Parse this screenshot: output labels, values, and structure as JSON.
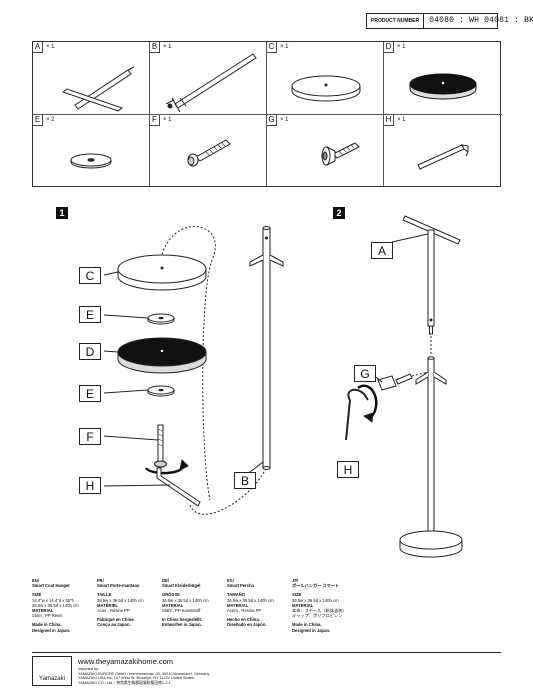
{
  "product": {
    "label": "PRODUCT NUMBER",
    "value": "04080 : WH  04081 : BK"
  },
  "parts": [
    {
      "letter": "A",
      "qty": "× 1",
      "icon": "pole-with-crossbar-icon"
    },
    {
      "letter": "B",
      "qty": "× 1",
      "icon": "pole-with-hooks-icon"
    },
    {
      "letter": "C",
      "qty": "× 1",
      "icon": "base-plate-icon"
    },
    {
      "letter": "D",
      "qty": "× 1",
      "icon": "weight-plate-icon"
    },
    {
      "letter": "E",
      "qty": "× 2",
      "icon": "washer-icon"
    },
    {
      "letter": "F",
      "qty": "× 1",
      "icon": "bolt-icon"
    },
    {
      "letter": "G",
      "qty": "× 1",
      "icon": "screw-icon"
    },
    {
      "letter": "H",
      "qty": "× 1",
      "icon": "hex-key-icon"
    }
  ],
  "steps": {
    "one": {
      "number": "1",
      "labels": {
        "c": "C",
        "e1": "E",
        "d": "D",
        "e2": "E",
        "f": "F",
        "h": "H",
        "b": "B"
      }
    },
    "two": {
      "number": "2",
      "labels": {
        "a": "A",
        "g": "G",
        "h": "H"
      }
    }
  },
  "languages": [
    {
      "code": "EN/",
      "name": "Smart Coat Hanger",
      "size_label": "SIZE",
      "size": "14.4\"w x 14.4\"d x 55\"h",
      "size2": "36.5w x 36.5d x 140h cm",
      "material_label": "MATERIAL",
      "material": "Steel , PP Resin",
      "origin1": "Made in China.",
      "origin2": "Designed in Japan."
    },
    {
      "code": "FR/",
      "name": "Smart Porte-manteau",
      "size_label": "TAILLE",
      "size": "36.5w x 36.5d x 140h cm",
      "size2": "",
      "material_label": "MATÉRIEL",
      "material": "Acier , Résine PP",
      "origin1": "Fabriqué en Chine.",
      "origin2": "Conçu au Japon."
    },
    {
      "code": "DE/",
      "name": "Smart Kleiderbügel",
      "size_label": "GRÖSSE",
      "size": "36.5w x 36.5d x 140h cm",
      "size2": "",
      "material_label": "MATERIAL",
      "material": "Stahl , PP Kunststoff",
      "origin1": "In China hergestellt.",
      "origin2": "Entworfen in Japan."
    },
    {
      "code": "ES/",
      "name": "Smart Percha",
      "size_label": "TAMAÑO",
      "size": "36.5w x 36.5d x 140h cm",
      "size2": "",
      "material_label": "MATERIAL",
      "material": "Acero , Resina PP",
      "origin1": "Hecho en China.",
      "origin2": "Diseñado en Japón."
    },
    {
      "code": "JP/",
      "name": "ポールハンガー スマート",
      "size_label": "SIZE",
      "size": "36.5w x 36.5d x 140h cm",
      "size2": "",
      "material_label": "MATERIAL",
      "material": "本体：スチール（粉体塗装）",
      "material2": "キャップ：ポリプロピレン",
      "origin1": "Made in China.",
      "origin2": "Designed in Japan."
    }
  ],
  "footer": {
    "brand": "Yamazaki",
    "website": "www.theyamazakihome.com",
    "imported_by": "Imported by:",
    "addr1": "YAMAZAKI EUROPE GmbH / Immermannstr. 33, 40210 Dusseldorf, Germany",
    "addr2": "YAMAZAKI USA Inc. / 47 West St. Brooklyn, NY 11222 United States",
    "addr3": "YAMAZAKI CO., Ltd. / 奈良県生駒郡斑鳩町龍田南1-1-1"
  }
}
